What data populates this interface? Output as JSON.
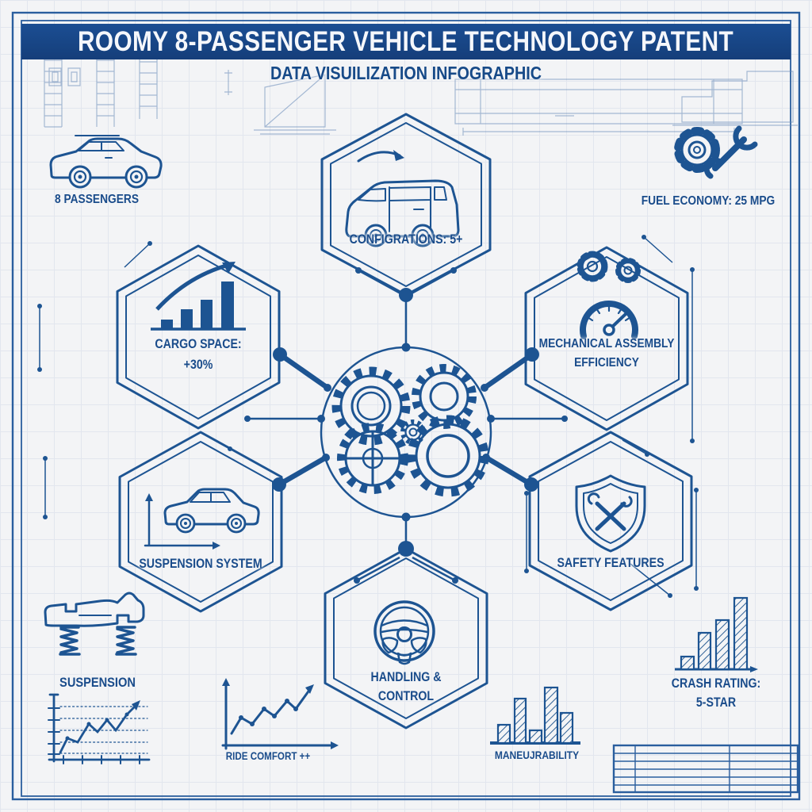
{
  "colors": {
    "banner_bg": "#1b4e93",
    "ink": "#1d5492",
    "text_ink": "#1a4c8b",
    "paper": "#f3f4f6",
    "grid_line": "#e2e6ee"
  },
  "header": {
    "title": "ROOMY 8-PASSENGER VEHICLE TECHNOLOGY PATENT",
    "subtitle": "DATA VISUILIZATION INFOGRAPHIC"
  },
  "corner_stats": {
    "passengers_label": "8 PASSENGERS",
    "fuel_label": "FUEL ECONOMY: 25 MPG",
    "suspension_label": "SUSPENSION",
    "ride_comfort_label": "RIDE COMFORT ++",
    "maneuverability_label": "MANEUJRABILITY",
    "crash_rating_line1": "CRASH RATING:",
    "crash_rating_line2": "5-STAR"
  },
  "hexagons": {
    "configurations": {
      "label": "CONFIGRATIONS: 5+"
    },
    "cargo": {
      "line1": "CARGO SPACE:",
      "line2": "+30%"
    },
    "mechanical": {
      "line1": "MECHANICAL ASSEMBLY",
      "line2": "EFFICIENCY"
    },
    "suspension_system": {
      "label": "SUSPENSION SYSTEM"
    },
    "safety": {
      "label": "SAFETY FEATURES"
    },
    "handling": {
      "line1": "HANDLING &",
      "line2": "CONTROL"
    }
  },
  "icons": {
    "top_left": "suv-icon",
    "top_right": "gear-wrench-icon",
    "configurations": "minivan-arrow-icon",
    "cargo": "growth-bars-icon",
    "mechanical": "gears-gauge-icon",
    "suspension_system": "car-axes-icon",
    "safety": "shield-tools-icon",
    "handling": "steering-wheel-icon",
    "suspension_corner": "axle-springs-icon",
    "center": "gear-cluster-icon"
  },
  "title_block_table": {
    "rows": 6,
    "columns": 3,
    "content": "empty"
  },
  "chart_data": [
    {
      "id": "cargo-growth",
      "type": "bar",
      "title": "CARGO SPACE: +30%",
      "values": [
        20,
        42,
        62,
        100
      ],
      "units": "relative",
      "annotation": "upward-arrow"
    },
    {
      "id": "suspension-performance",
      "type": "line",
      "title": "SUSPENSION",
      "values": [
        16,
        48,
        42,
        77,
        61,
        87,
        64,
        100
      ],
      "units": "relative",
      "grid": "dashed-horizontal",
      "annotation": "upward-arrow"
    },
    {
      "id": "ride-comfort",
      "type": "line",
      "title": "RIDE COMFORT ++",
      "values": [
        15,
        41,
        32,
        61,
        49,
        76,
        63,
        100
      ],
      "units": "relative",
      "annotation": "upward-arrow"
    },
    {
      "id": "maneuverability",
      "type": "bar",
      "title": "MANEUJRABILITY",
      "values": [
        33,
        80,
        23,
        100,
        54
      ],
      "units": "relative",
      "style": "hatched"
    },
    {
      "id": "crash-rating",
      "type": "bar",
      "title": "CRASH RATING: 5-STAR",
      "values": [
        18,
        51,
        69,
        100
      ],
      "units": "relative",
      "style": "hatched",
      "annotation": "baseline-arrow"
    }
  ]
}
